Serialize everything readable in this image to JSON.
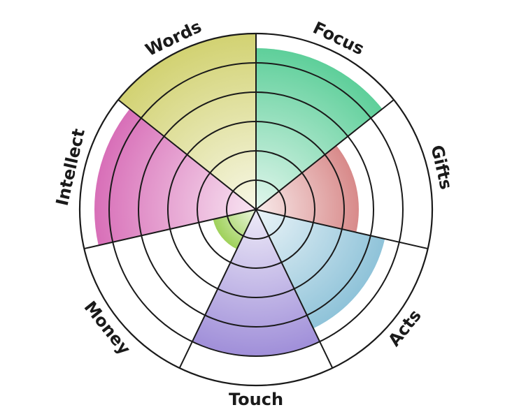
{
  "chart_data": {
    "type": "polar-area",
    "title": "",
    "rmax": 6,
    "rings": [
      1,
      2,
      3,
      4,
      5,
      6
    ],
    "grid": true,
    "categories": [
      {
        "name": "Focus",
        "value": 5.5,
        "color": "#5ecf9a"
      },
      {
        "name": "Gifts",
        "value": 3.5,
        "color": "#d88a8a"
      },
      {
        "name": "Acts",
        "value": 4.5,
        "color": "#8fc3d9"
      },
      {
        "name": "Touch",
        "value": 5.0,
        "color": "#a08fd9"
      },
      {
        "name": "Money",
        "value": 1.5,
        "color": "#9fd15a"
      },
      {
        "name": "Intellect",
        "value": 5.5,
        "color": "#d86fb8"
      },
      {
        "name": "Words",
        "value": 6.0,
        "color": "#d2d272"
      }
    ]
  }
}
